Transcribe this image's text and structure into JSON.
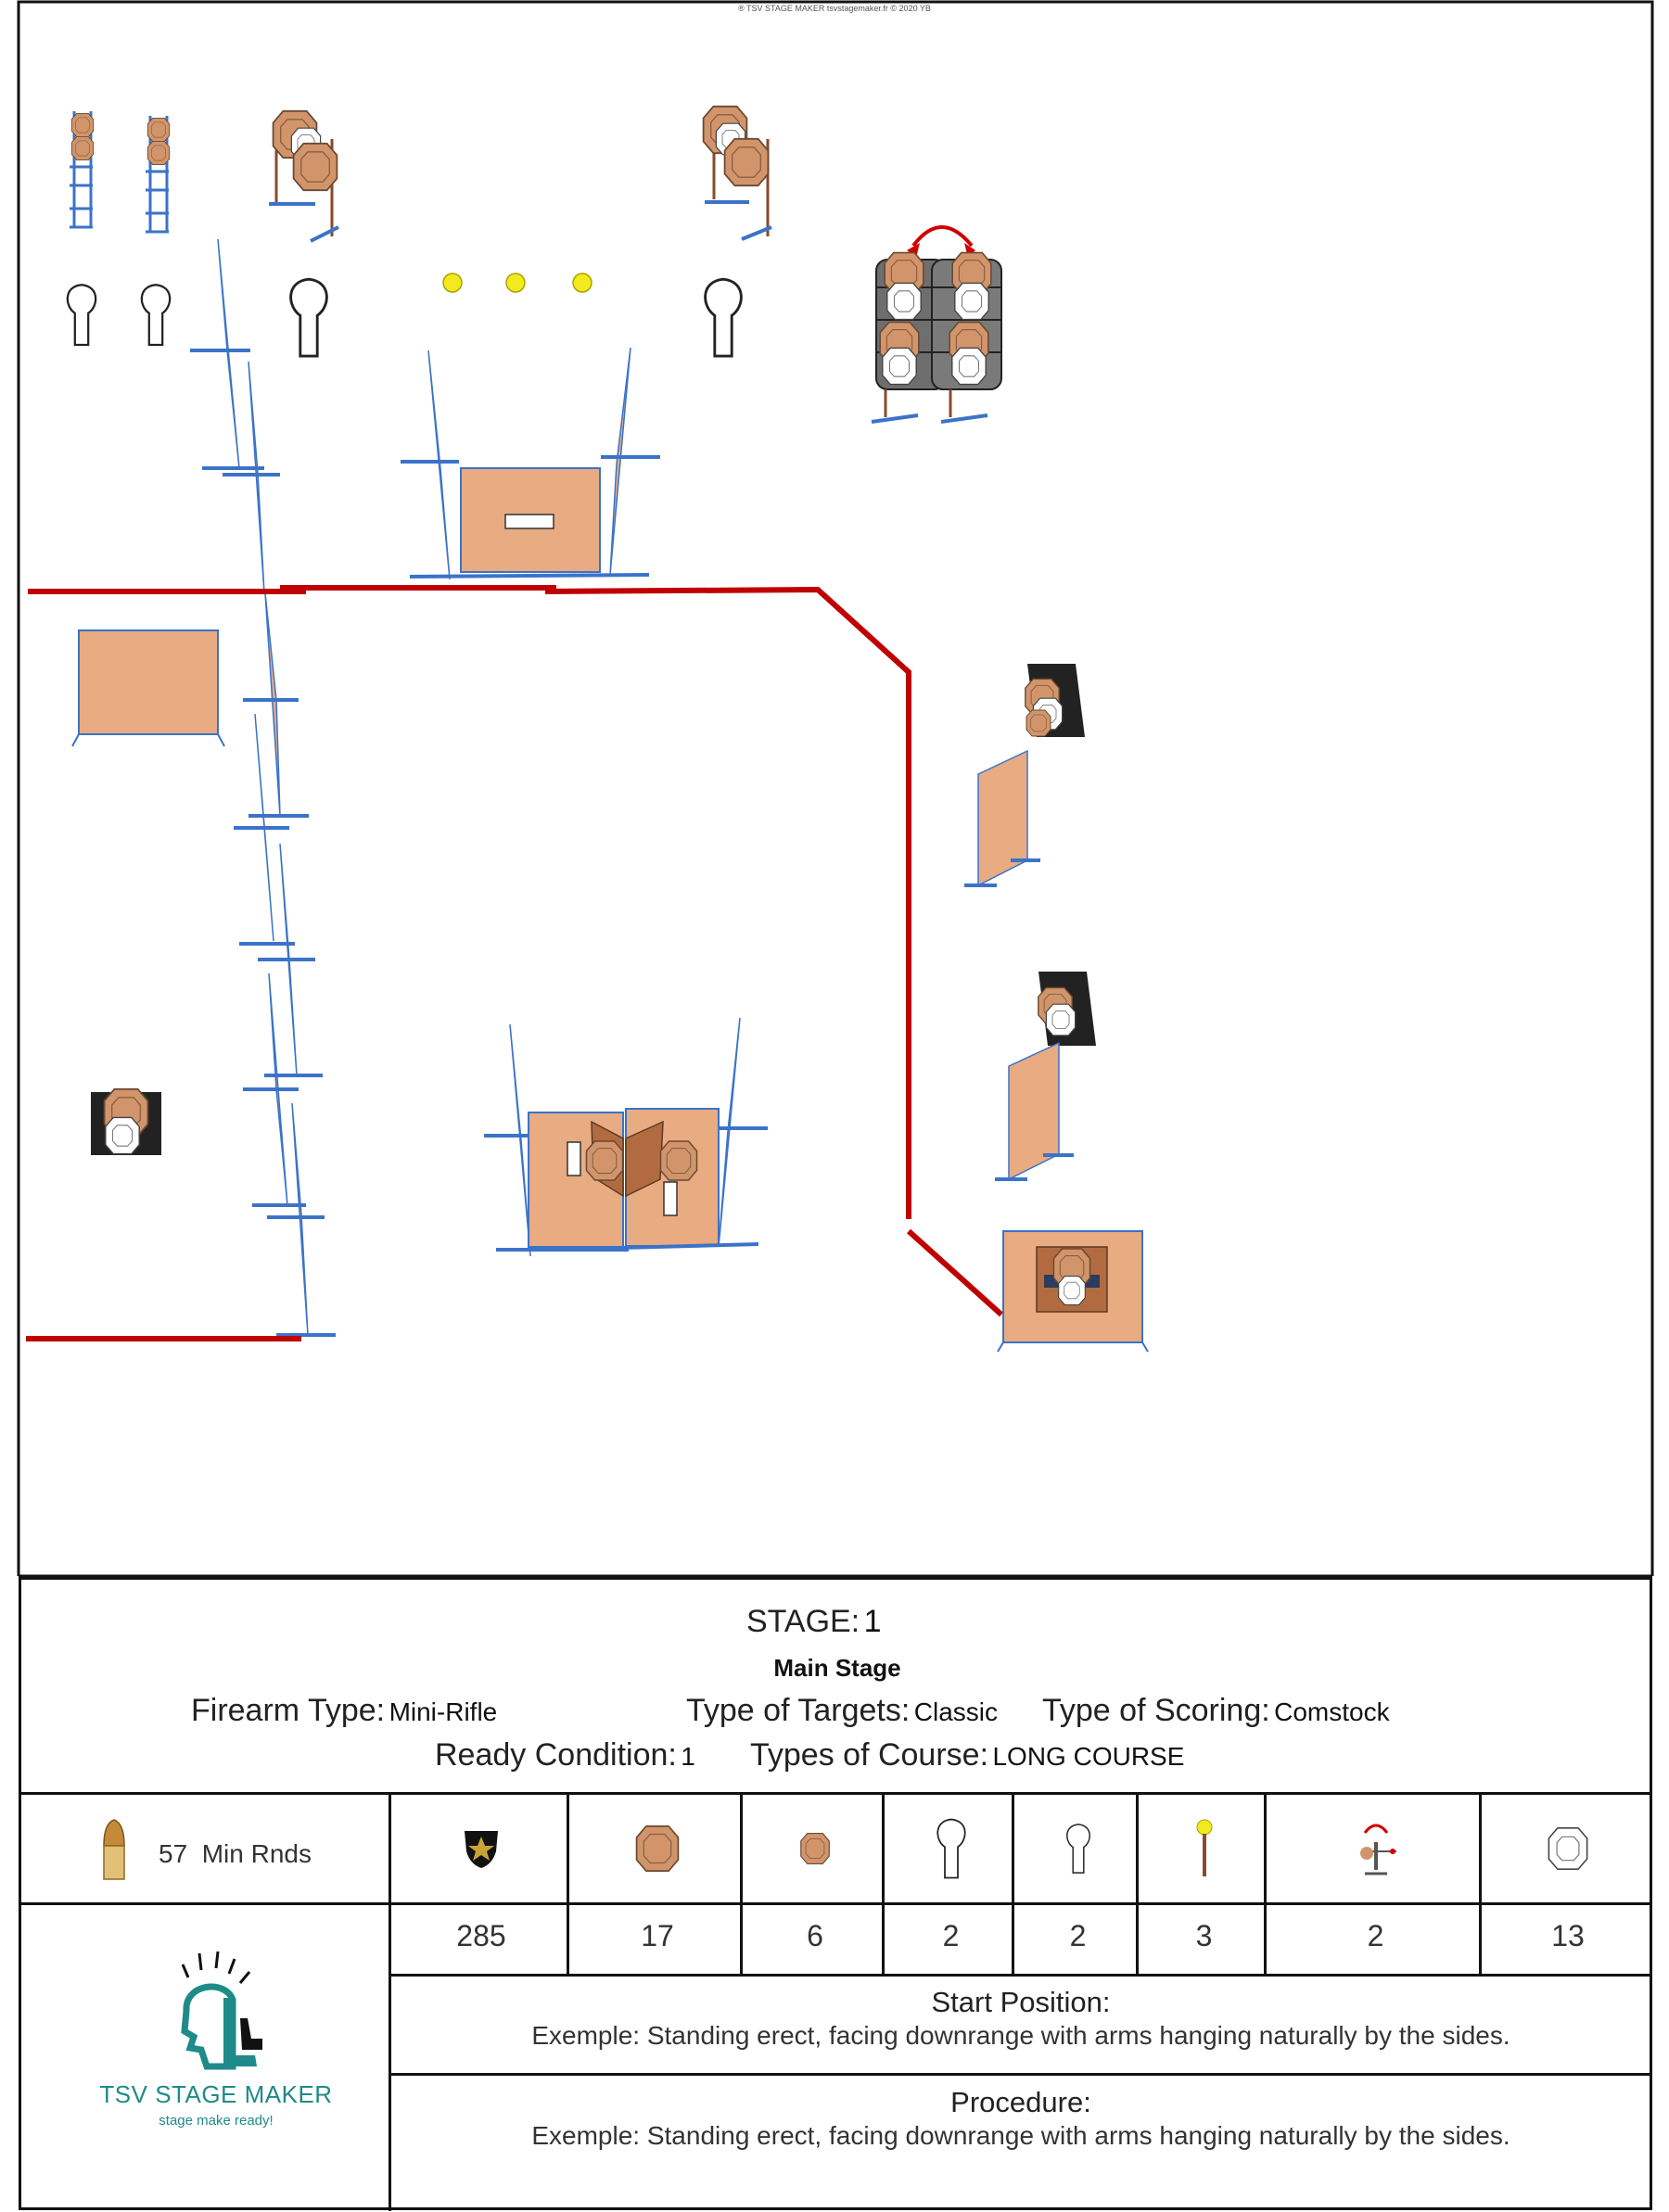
{
  "header": {
    "copyright": "® TSV STAGE MAKER tsvstagemaker.fr © 2020 YB"
  },
  "stage": {
    "stage_label": "STAGE:",
    "stage_number": "1",
    "stage_name": "Main Stage",
    "firearm_label": "Firearm Type:",
    "firearm_value": "Mini-Rifle",
    "targets_label": "Type of Targets:",
    "targets_value": "Classic",
    "scoring_label": "Type of Scoring:",
    "scoring_value": "Comstock",
    "ready_label": "Ready Condition:",
    "ready_value": "1",
    "course_label": "Types of Course:",
    "course_value": "LONG COURSE"
  },
  "rounds": {
    "count": "57",
    "label": "Min Rnds"
  },
  "target_counts": [
    {
      "icon": "points-badge-icon",
      "value": "285"
    },
    {
      "icon": "paper-target-icon",
      "value": "17"
    },
    {
      "icon": "mini-paper-target-icon",
      "value": "6"
    },
    {
      "icon": "steel-popper-large-icon",
      "value": "2"
    },
    {
      "icon": "steel-popper-small-icon",
      "value": "2"
    },
    {
      "icon": "steel-plate-icon",
      "value": "3"
    },
    {
      "icon": "swinger-target-icon",
      "value": "2"
    },
    {
      "icon": "no-shoot-target-icon",
      "value": "13"
    }
  ],
  "start_position": {
    "title": "Start Position:",
    "text": "Exemple: Standing erect, facing downrange with arms hanging naturally by the sides."
  },
  "procedure": {
    "title": "Procedure:",
    "text": "Exemple: Standing erect, facing downrange with arms hanging naturally by the sides."
  },
  "logo": {
    "brand": "TSV STAGE MAKER",
    "tagline": "stage make ready!"
  },
  "colors": {
    "wall": "#e8ab82",
    "fault_line": "#c00000",
    "base": "#3b73c9",
    "target": "#d2956b",
    "steel": "#f2ea1c"
  }
}
